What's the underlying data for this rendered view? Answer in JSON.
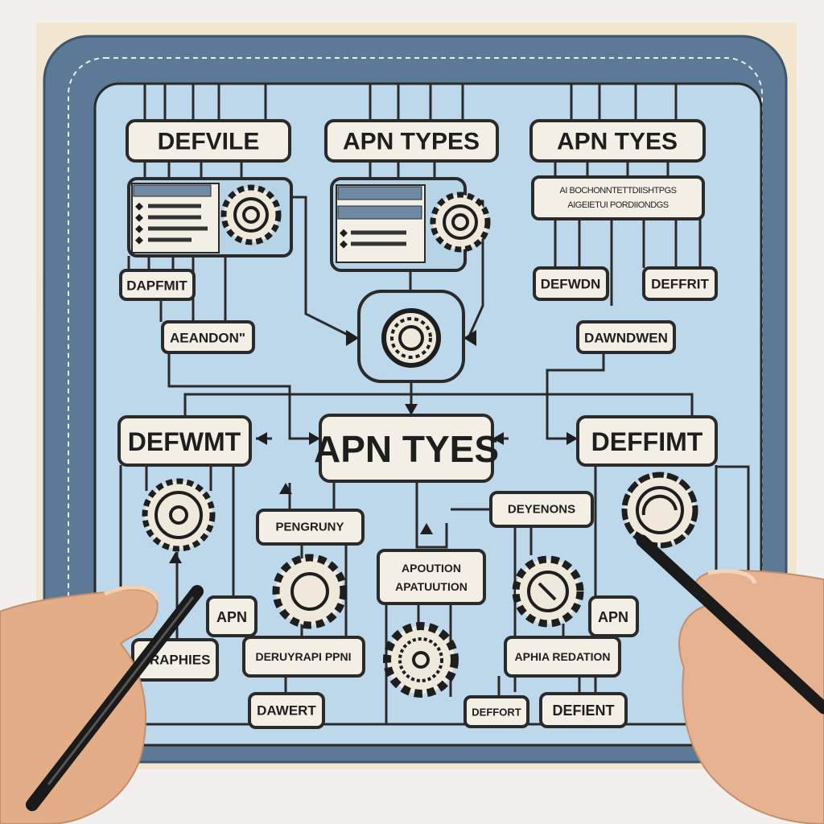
{
  "colors": {
    "paper": "#f3e6cf",
    "frame": "#5c7a96",
    "panel": "#bcd8ea",
    "box": "#f4efe4",
    "ink": "#1e1e1e",
    "skin": "#e9b896"
  },
  "top_row": {
    "left_title": "DEFVILE",
    "center_title": "APN TYPES",
    "right_title": "APN TYES"
  },
  "right_note": {
    "line1": "AI BOCHONNTETTDIISHTPGS",
    "line2": "AIGEIETUI PORDIIONDGS"
  },
  "upper_labels": {
    "dapfmit": "DAPFMIT",
    "aeandon": "AEANDON\"",
    "defwdn": "DEFWDN",
    "deffrit": "DEFFRIT",
    "dawndwen": "DAWNDWEN"
  },
  "middle_row": {
    "left": "DEFWMT",
    "center": "APN TYES",
    "right": "DEFFIMT"
  },
  "lower_labels": {
    "pengruny": "PENGRUNY",
    "deyenons": "DEYENONS",
    "apoution_1": "APOUTION",
    "apoution_2": "APATUUTION",
    "apn_left": "APN",
    "apn_right": "APN",
    "eraphies": "ERAPHIES",
    "deruyrapi": "DERUYRAPI PPNI",
    "aphia": "APHIA REDATION",
    "dawert": "DAWERT",
    "deffort": "DEFFORT",
    "defient": "DEFIENT"
  },
  "icons": [
    "gear-icon",
    "arrow-icon",
    "list-bullet-icon",
    "pen-icon",
    "hand"
  ]
}
